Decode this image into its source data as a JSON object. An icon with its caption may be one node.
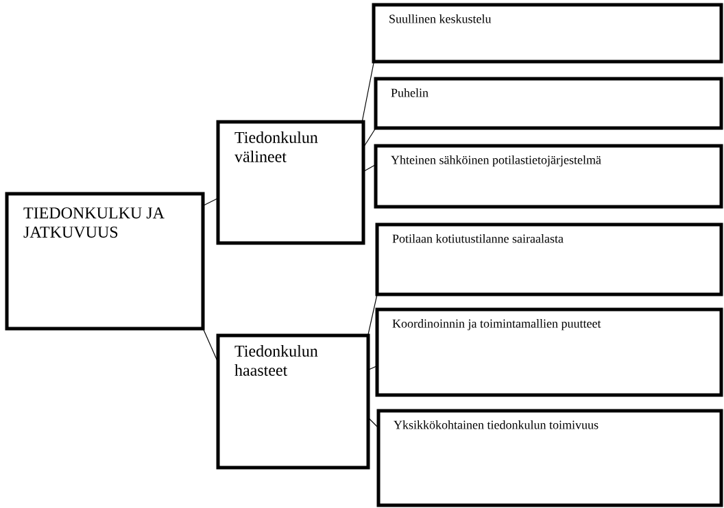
{
  "diagram": {
    "nodes": [
      {
        "text": [
          "TIEDONKULKU JA JATKUVUUS"
        ]
      },
      {
        "text": [
          "Tiedonkulun välineet"
        ]
      },
      {
        "text": [
          "Tiedonkulun haasteet"
        ]
      },
      {
        "text": [
          "Suullinen keskustelu"
        ]
      },
      {
        "text": [
          "Puhelin"
        ]
      },
      {
        "text": [
          "Yhteinen sähköinen potilastietojärjestelmä"
        ]
      },
      {
        "text": [
          "Potilaan kotiutustilanne sairaalasta"
        ]
      },
      {
        "text": [
          "Koordinoinnin ja toimintamallien puutteet"
        ]
      },
      {
        "text": [
          "Yksikkökohtainen tiedonkulun toimivuus"
        ]
      }
    ],
    "edges": [
      {
        "from": 0,
        "to": 1,
        "arrow": "none"
      },
      {
        "from": 0,
        "to": 2,
        "arrow": "none"
      },
      {
        "from": 1,
        "to": 3,
        "arrow": "none"
      },
      {
        "from": 1,
        "to": 4,
        "arrow": "none"
      },
      {
        "from": 1,
        "to": 5,
        "arrow": "none"
      },
      {
        "from": 2,
        "to": 6,
        "arrow": "none"
      },
      {
        "from": 2,
        "to": 7,
        "arrow": "none"
      },
      {
        "from": 2,
        "to": 8,
        "arrow": "none"
      }
    ]
  }
}
